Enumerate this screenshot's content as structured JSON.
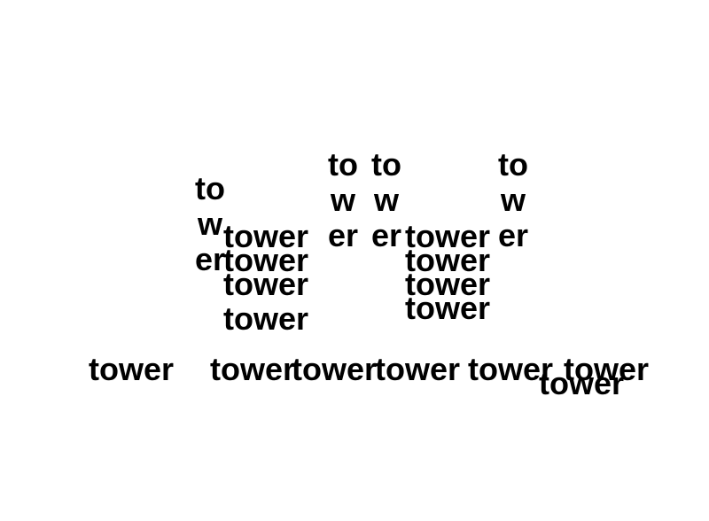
{
  "words": {
    "v1": "tower",
    "v2": "tower",
    "v3": "tower",
    "v4": "tower",
    "h1": "tower",
    "h2": "tower",
    "h3": "tower",
    "h4": "tower",
    "h5": "tower",
    "h6": "tower",
    "h7": "tower",
    "h8": "tower",
    "b1": "tower",
    "b2": "tower",
    "b3": "tower",
    "b4": "tower",
    "b5": "tower",
    "b6": "tower",
    "b7": "tower"
  },
  "text_color": "#000000",
  "background_color": "#ffffff"
}
